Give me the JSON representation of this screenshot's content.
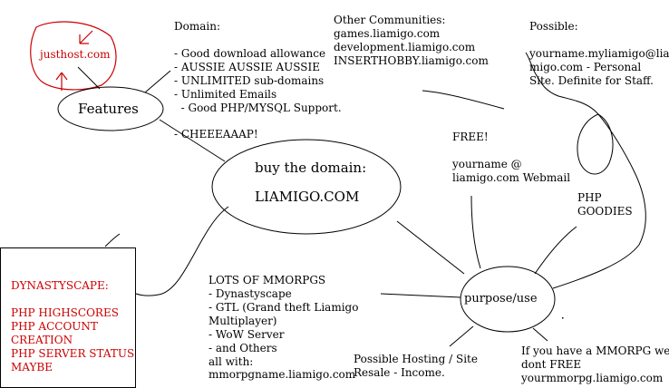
{
  "colors": {
    "ink": "#000000",
    "annotation_red": "#cc0000",
    "background": "#ffffff"
  },
  "nodes": {
    "justhost": "justhost.com",
    "features": "Features",
    "buy_title": "buy the domain:",
    "buy_domain": "LIAMIGO.COM",
    "purpose": "purpose/use"
  },
  "domain_list": {
    "heading": "Domain:",
    "items": [
      "- Good download allowance",
      "- AUSSIE AUSSIE AUSSIE",
      "- UNLIMITED sub-domains",
      "- Unlimited Emails",
      "  - Good PHP/MYSQL Support.",
      "- CHEEEAAAP!"
    ]
  },
  "other_communities": {
    "heading": "Other Communities:",
    "items": [
      "games.liamigo.com",
      "development.liamigo.com",
      "INSERTHOBBY.liamigo.com"
    ]
  },
  "possible": {
    "heading": "Possible:",
    "lines": [
      "yourname.myliamigo@lia",
      "migo.com - Personal",
      "Site. Definite for Staff."
    ]
  },
  "free": {
    "heading": "FREE!",
    "lines": [
      "yourname @",
      "liamigo.com Webmail"
    ]
  },
  "php_goodies": [
    "PHP",
    "GOODIES"
  ],
  "dynastyscape": {
    "heading": "DYNASTYSCAPE:",
    "lines": [
      "PHP HIGHSCORES",
      "PHP ACCOUNT",
      "CREATION",
      "PHP SERVER STATUS",
      "MAYBE"
    ]
  },
  "mmorpgs": {
    "lines": [
      "LOTS OF MMORPGS",
      "- Dynastyscape",
      "- GTL (Grand theft Liamigo",
      "Multiplayer)",
      "- WoW Server",
      "- and Others",
      "all with:",
      "mmorpgname.liamigo.com"
    ]
  },
  "hosting": [
    "Possible Hosting / Site",
    "Resale - Income."
  ],
  "mmorpg_free": [
    "If you have a MMORPG we",
    "dont FREE",
    "yourmmorpg.liamigo.com"
  ]
}
